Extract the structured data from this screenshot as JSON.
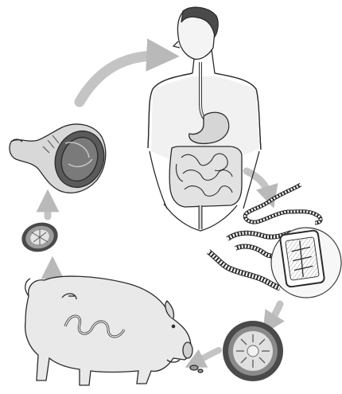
{
  "diagram": {
    "stages": [
      {
        "id": "human-host",
        "icon": "human-with-digestive-tract-icon"
      },
      {
        "id": "adult-tapeworm",
        "icon": "tapeworm-with-proglottid-detail-icon"
      },
      {
        "id": "egg",
        "icon": "tapeworm-egg-icon"
      },
      {
        "id": "pig-host",
        "icon": "pig-with-larva-icon"
      },
      {
        "id": "cyst",
        "icon": "cysticercus-cyst-icon"
      },
      {
        "id": "pork",
        "icon": "raw-pork-ham-icon"
      }
    ],
    "arrow_color": "#b9b9b9",
    "line_color": "#2b2b2b"
  }
}
